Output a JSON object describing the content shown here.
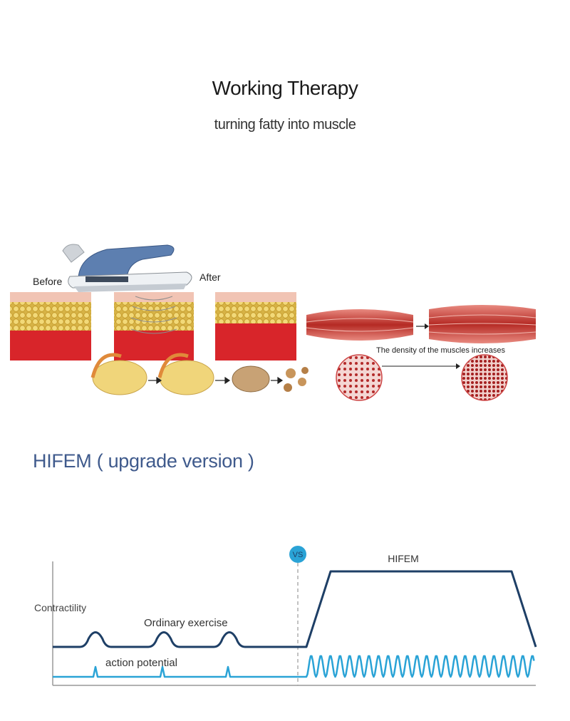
{
  "header": {
    "title": "Working Therapy",
    "subtitle": "turning fatty into muscle"
  },
  "illustration": {
    "before_label": "Before",
    "after_label": "After",
    "muscle_caption": "The density of the muscles increases"
  },
  "section": {
    "title": "HIFEM ( upgrade version )"
  },
  "diagram": {
    "badge": "VS",
    "hifem_label": "HIFEM",
    "y_label": "Contractility",
    "ordinary_label": "Ordinary exercise",
    "action_label": "action potential",
    "colors": {
      "contractility_line": "#1e3f66",
      "action_line": "#2aa3d6",
      "badge": "#2aa3d6",
      "axis": "#999999"
    }
  }
}
